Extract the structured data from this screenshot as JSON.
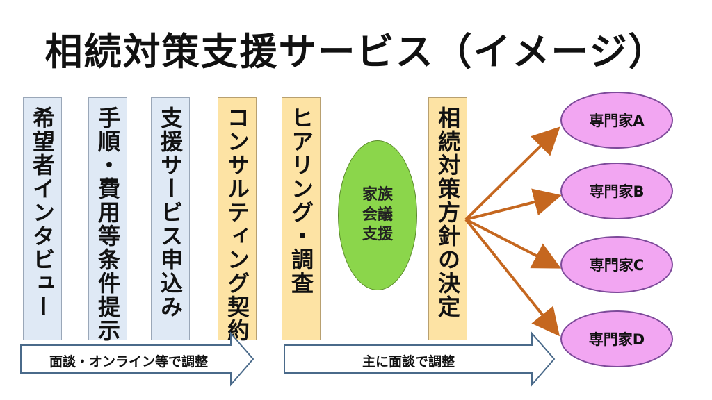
{
  "title": "相続対策支援サービス（イメージ）",
  "steps": [
    {
      "label": "希望者インタビュー"
    },
    {
      "label": "手順・費用等条件提示"
    },
    {
      "label": "支援サービス申込み"
    },
    {
      "label": "コンサルティング契約"
    },
    {
      "label": "ヒアリング・調査"
    },
    {
      "label": "相続対策方針の決定"
    }
  ],
  "family_support": "家族会議支援",
  "experts": [
    "専門家A",
    "専門家B",
    "専門家C",
    "専門家D"
  ],
  "flows": {
    "first": "面談・オンライン等で調整",
    "second": "主に面談で調整"
  },
  "colors": {
    "step_blue": "#dfe9f5",
    "step_yellow": "#fde3a4",
    "family_green": "#8bd64b",
    "expert_pink": "#f2a6f2",
    "arrow_orange": "#c5671f"
  }
}
